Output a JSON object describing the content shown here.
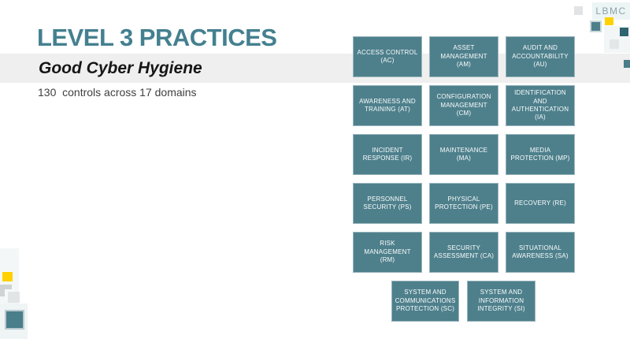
{
  "slide": {
    "title": "LEVEL 3 PRACTICES",
    "subtitle": "Good Cyber Hygiene",
    "description": "130  controls across 17 domains"
  },
  "logo": {
    "text": "LBMC"
  },
  "domains": [
    "ACCESS CONTROL (AC)",
    "ASSET MANAGEMENT (AM)",
    "AUDIT AND ACCOUNTABILITY (AU)",
    "AWARENESS AND TRAINING (AT)",
    "CONFIGURATION MANAGEMENT (CM)",
    "IDENTIFICATION AND AUTHENTICATION (IA)",
    "INCIDENT RESPONSE (IR)",
    "MAINTENANCE (MA)",
    "MEDIA PROTECTION (MP)",
    "PERSONNEL SECURITY (PS)",
    "PHYSICAL PROTECTION (PE)",
    "RECOVERY (RE)",
    "RISK MANAGEMENT (RM)",
    "SECURITY ASSESSMENT (CA)",
    "SITUATIONAL AWARENESS (SA)",
    "SYSTEM AND COMMUNICATIONS PROTECTION (SC)",
    "SYSTEM AND INFORMATION INTEGRITY (SI)"
  ],
  "colors": {
    "title_teal": "#44808F",
    "box_teal": "#4E808C",
    "dark_teal": "#2E6470",
    "accent_yellow": "#FFD100",
    "band_gray": "#EFEFEF"
  }
}
